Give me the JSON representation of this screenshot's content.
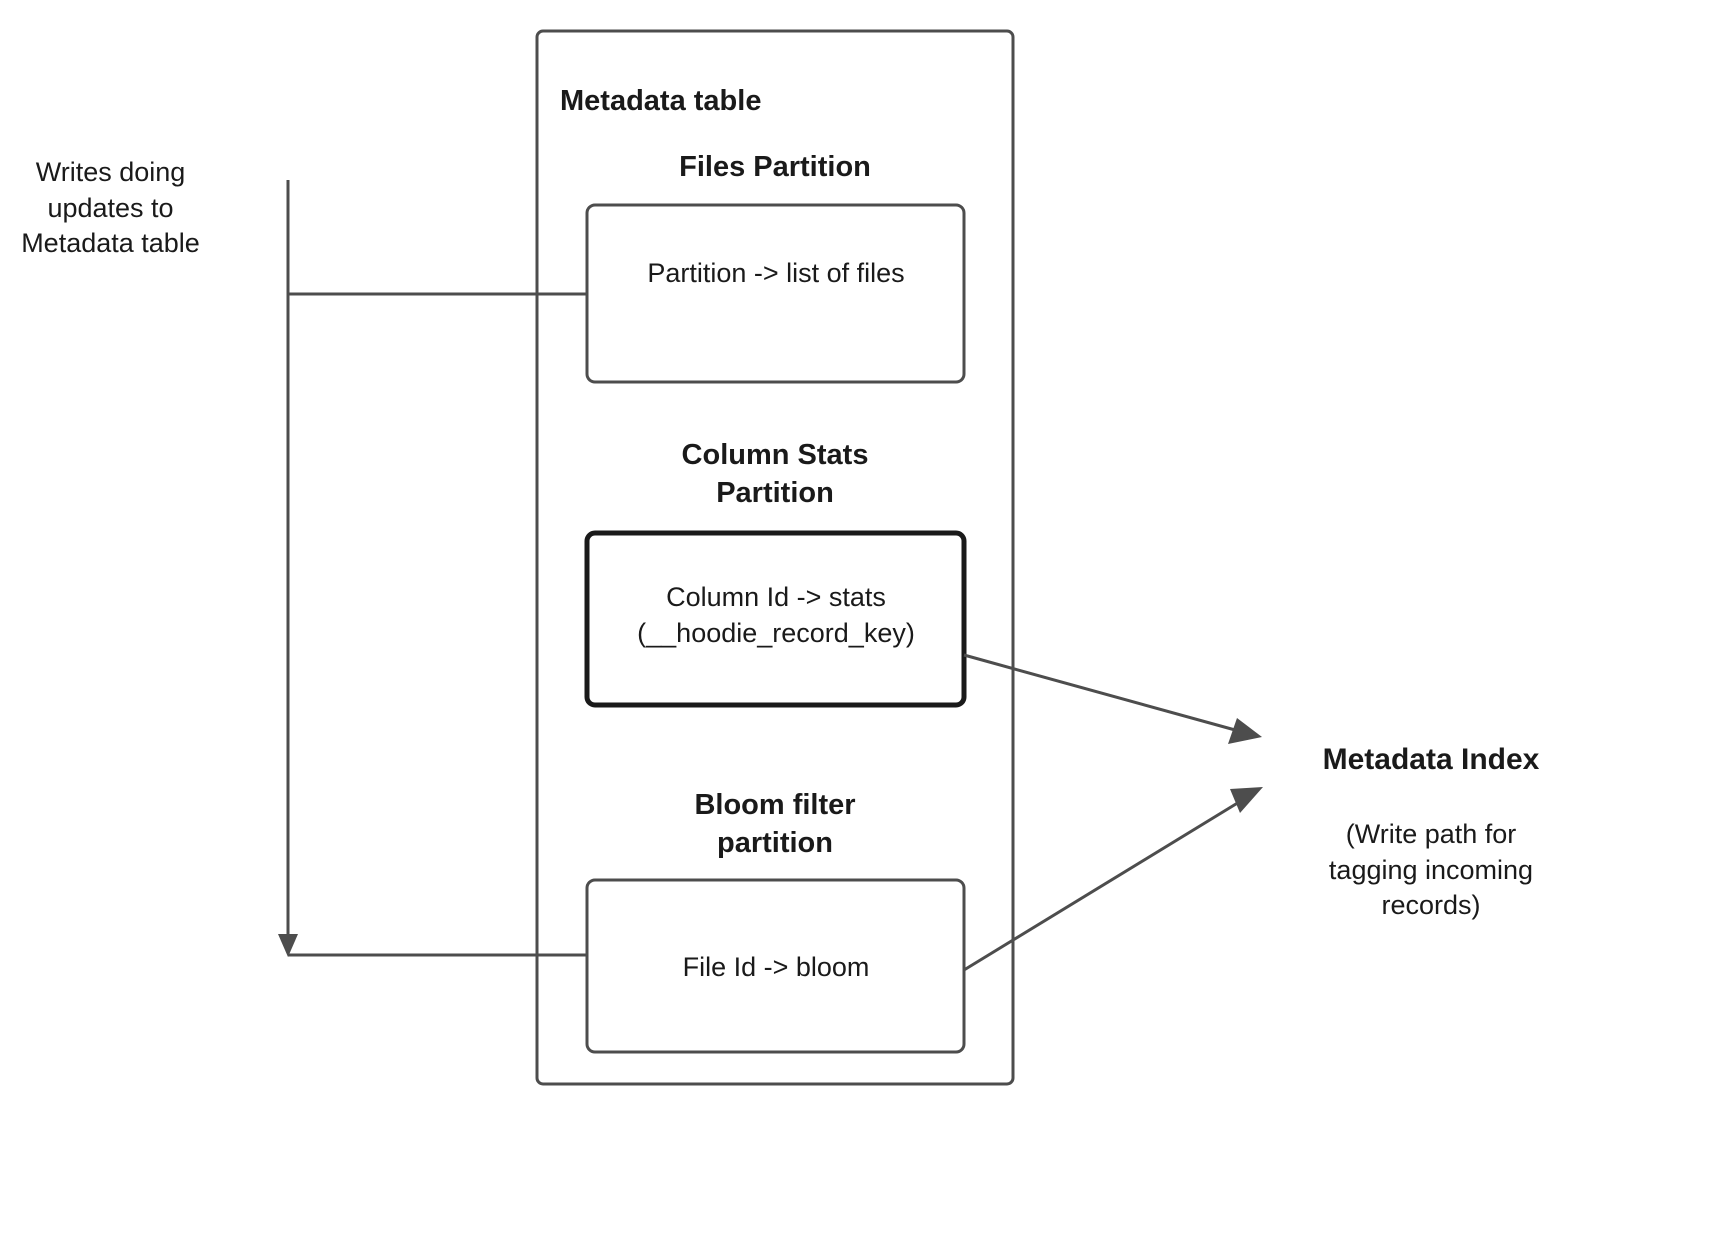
{
  "diagram": {
    "title": "Metadata table",
    "colors": {
      "stroke": "#4d4d4d",
      "stroke_strong": "#1a1a1a",
      "fill": "#ffffff",
      "text": "#1a1a1a"
    },
    "notes": {
      "writes": "Writes doing\nupdates to\nMetadata table"
    },
    "partitions": [
      {
        "heading": "Files Partition",
        "box_text": "Partition -> list of files",
        "emphasis": false
      },
      {
        "heading": "Column Stats\nPartition",
        "box_text": "Column Id  -> stats\n(__hoodie_record_key)",
        "emphasis": true
      },
      {
        "heading": "Bloom filter\npartition",
        "box_text": "File Id -> bloom",
        "emphasis": false
      }
    ],
    "index": {
      "title": "Metadata Index",
      "note": "(Write path for\ntagging incoming\nrecords)"
    }
  }
}
